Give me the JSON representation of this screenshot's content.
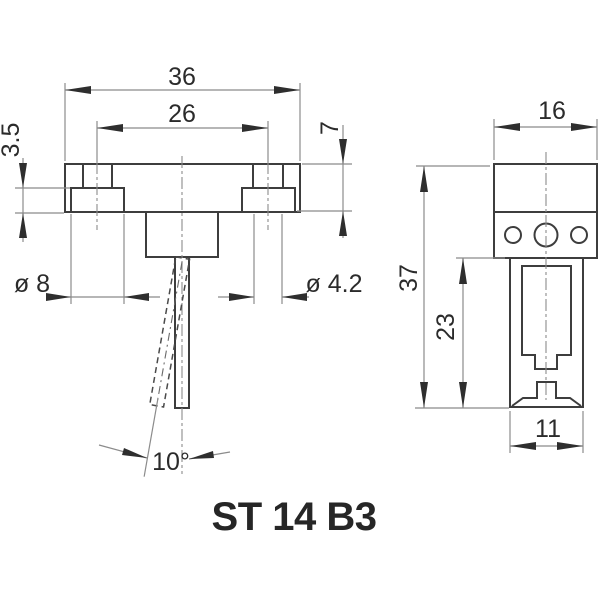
{
  "title": "ST 14 B3",
  "front_view": {
    "overall_width": "36",
    "mount_hole_spacing": "26",
    "bushing_collar_height": "3.5",
    "frame_height": "7",
    "bushing_outer_dia": "ø 8",
    "bushing_inner_dia": "ø 4.2",
    "lever_throw_angle": "10°"
  },
  "side_view": {
    "frame_depth": "16",
    "overall_height": "37",
    "case_height": "23",
    "case_width": "11"
  },
  "colors": {
    "object_line": "#3d3d3d",
    "dimension_line": "#8b8b8b",
    "annotation_text": "#2b2b2b",
    "background": "#ffffff"
  }
}
